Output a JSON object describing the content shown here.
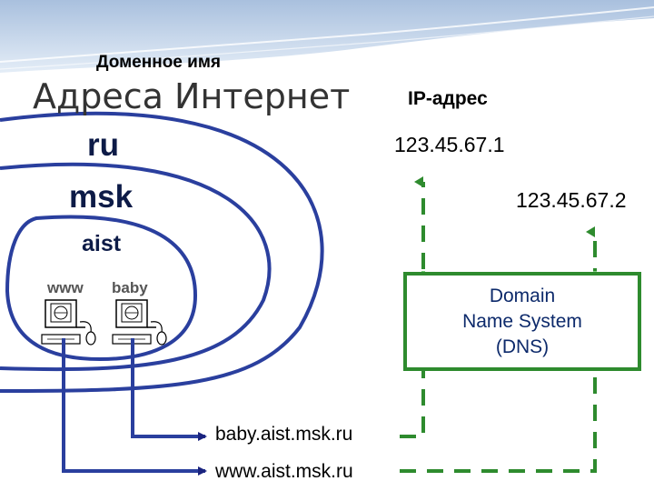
{
  "labels": {
    "domain_name": "Доменное имя",
    "title": "Адреса Интернет",
    "ip_address": "IP-адрес"
  },
  "zones": {
    "ru": "ru",
    "msk": "msk",
    "aist": "aist"
  },
  "hosts": {
    "www": "www",
    "baby": "baby"
  },
  "ip_addresses": {
    "baby": "123.45.67.1",
    "www": "123.45.67.2"
  },
  "dns": {
    "line1": "Domain",
    "line2": "Name System",
    "line3": "(DNS)"
  },
  "fqdn": {
    "baby": "baby.aist.msk.ru",
    "www": "www.aist.msk.ru"
  },
  "colors": {
    "zone_line": "#2a3f9e",
    "dns_green": "#2e8b2e",
    "light_green": "#7fcf7f",
    "header_blue": "#b8cde6"
  },
  "icons": [
    "computer-icon",
    "mouse-icon",
    "keyboard-icon"
  ]
}
